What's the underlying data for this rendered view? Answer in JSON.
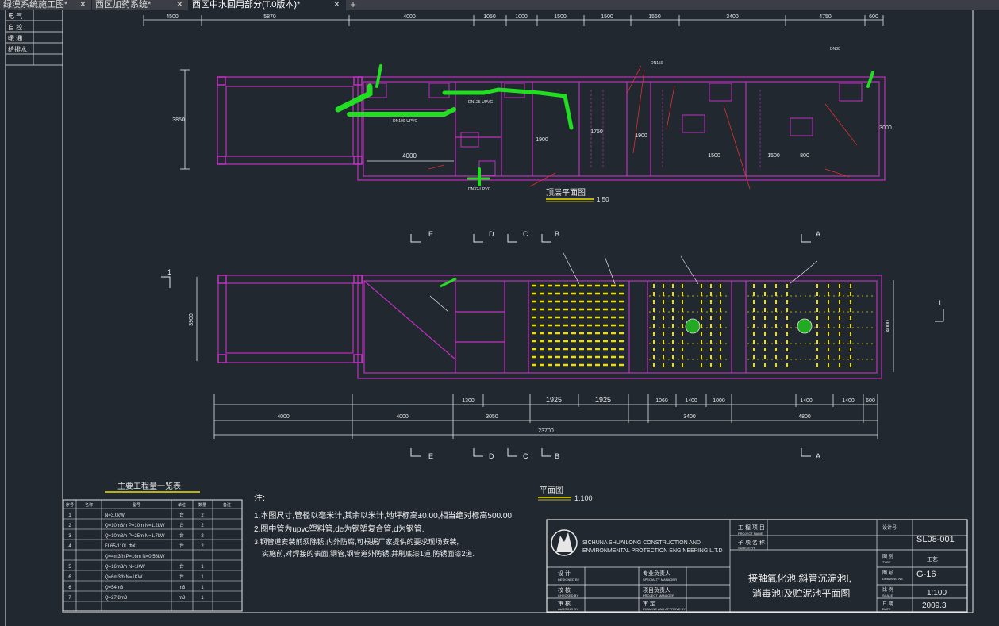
{
  "tabs": [
    {
      "label": "绿漠系统施工图*",
      "close": "✕"
    },
    {
      "label": "西区加药系统*",
      "close": "✕"
    },
    {
      "label": "西区中水回用部分(T.0版本)*",
      "close": "✕"
    }
  ],
  "new_tab": "+",
  "sidebar": {
    "rows": [
      "电 气",
      "自 控",
      "暖 通",
      "给排水"
    ]
  },
  "top_dims": [
    "4500",
    "5870",
    "4000",
    "1050",
    "1000",
    "1500",
    "1500",
    "1550",
    "3400",
    "4750",
    "600"
  ],
  "upper_plan": {
    "title": "顶层平面图",
    "scale": "1:50",
    "inner_dims": [
      "4000",
      "3850",
      "1900",
      "1750",
      "1900",
      "3000",
      "1500",
      "800",
      "1500"
    ],
    "pipe_labels": [
      "DN100-UPVC",
      "DN125-UPVC",
      "DN150",
      "DN80",
      "DN32-UPVC"
    ]
  },
  "lower_plan": {
    "title": "平面图",
    "scale": "1:100",
    "section_labels": [
      "E",
      "D",
      "C",
      "B",
      "A"
    ],
    "side_labels": [
      "1",
      "1"
    ],
    "side_dims": [
      "3900",
      "4000"
    ],
    "bottom_dims_row1": [
      "1300",
      "1925",
      "1925",
      "1060",
      "1400",
      "1000",
      "1400",
      "1400",
      "600"
    ],
    "bottom_dims_row2": [
      "4000",
      "4000",
      "3050",
      "3400",
      "4800"
    ],
    "total_dim": "23700"
  },
  "quantity_table": {
    "title": "主要工程量一览表",
    "headers": [
      "序号",
      "名称",
      "型号",
      "单位",
      "数量",
      "备注"
    ],
    "rows": [
      [
        "1",
        "",
        "N=3.0kW",
        "台",
        "2",
        ""
      ],
      [
        "2",
        "",
        "Q=10m3/h P=10m N=1.2kW",
        "台",
        "2",
        ""
      ],
      [
        "3",
        "",
        "Q=10m3/h P=25m N=1.7kW",
        "台",
        "2",
        ""
      ],
      [
        "4",
        "",
        "FL65-110L ΦX",
        "台",
        "2",
        ""
      ],
      [
        "",
        "",
        "Q=4m3/h P=16m N=0.56kW",
        "",
        "",
        ""
      ],
      [
        "5",
        "",
        "Q=16m3/h N=1KW",
        "台",
        "1",
        ""
      ],
      [
        "6",
        "",
        "Q=6m3/h N=1KW",
        "台",
        "1",
        ""
      ],
      [
        "6",
        "",
        "Q=54m3",
        "m3",
        "1",
        ""
      ],
      [
        "7",
        "",
        "Q=27.8m3",
        "m3",
        "1",
        ""
      ]
    ]
  },
  "notes": {
    "heading": "注:",
    "items": [
      "1.本图尺寸,管径以毫米计,其余以米计,地坪标高±0.00,相当绝对标高500.00.",
      "2.图中管为upvc塑料管,de为钢塑复合管,d为钢管.",
      "3.钢管道安装前须除锈,内外防腐,可根据厂家提供的要求现场安装,",
      "实施前,对焊接的表面,钢管,钢管道外防锈,并刷底漆1道,防锈面漆2道."
    ]
  },
  "title_block": {
    "company_cn": "",
    "company_en_1": "SICHUNA SHUAILONG CONSTRUCTION AND",
    "company_en_2": "ENVIRONMENTAL PROTECTION ENGINEERING L.T.D",
    "project_label": "工 程 项 目",
    "project_label_en": "PROJECT NAME",
    "sub_label": "子 项 名 称",
    "sub_label_en": "SUBENTRY",
    "project_no_label": "设计号",
    "project_no": "SL08-001",
    "type_label": "图 别",
    "type_label_en": "TYPE",
    "type_value": "工艺",
    "drawing_no_label": "图 号",
    "drawing_no_label_en": "DRAWING No.",
    "drawing_no": "G-16",
    "scale_label": "比 例",
    "scale_label_en": "SCALE",
    "scale_value": "1:100",
    "date_label": "日 期",
    "date_label_en": "DATE",
    "date_value": "2009.3",
    "drawing_title_1": "接触氧化池,斜管沉淀池I,",
    "drawing_title_2": "消毒池I及贮泥池平面图",
    "roles": [
      {
        "cn": "设 计",
        "en": "DESIGNED BY"
      },
      {
        "cn": "校 核",
        "en": "CHECKED BY"
      },
      {
        "cn": "审 核",
        "en": "AUDITING BY"
      },
      {
        "cn": "专业负责人",
        "en": "SPECIALTY MANAGER"
      },
      {
        "cn": "项目负责人",
        "en": "PROJECT MANAGER"
      },
      {
        "cn": "审 定",
        "en": "EXAMINE AND APPROVE BY"
      }
    ]
  },
  "colors": {
    "background": "#212830",
    "wall": "#c030c0",
    "dim": "#e6e6e6",
    "pipe": "#22dd22",
    "media": "#f0e000",
    "leader": "#e03030"
  }
}
